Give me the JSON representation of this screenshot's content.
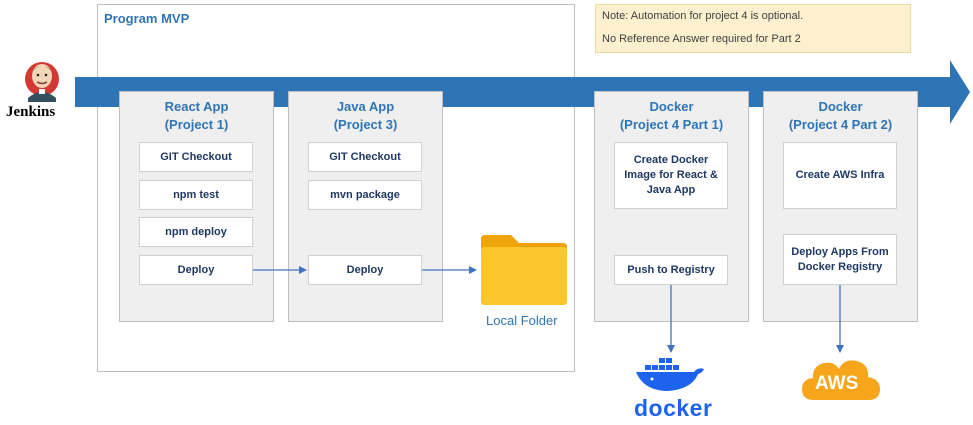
{
  "program": {
    "title": "Program MVP"
  },
  "note": {
    "line1": "Note:  Automation for project 4 is optional.",
    "line2": "No Reference Answer required for Part 2",
    "bg_color": "#fdf0cf"
  },
  "jenkins": {
    "label": "Jenkins"
  },
  "arrow_color": "#2e75b6",
  "panels": [
    {
      "title_line1": "React App",
      "title_line2": "(Project 1)",
      "steps": [
        "GIT Checkout",
        "npm test",
        "npm deploy",
        "Deploy"
      ]
    },
    {
      "title_line1": "Java App",
      "title_line2": "(Project 3)",
      "steps": [
        "GIT Checkout",
        "mvn package",
        "Deploy"
      ]
    },
    {
      "title_line1": "Docker",
      "title_line2": "(Project 4 Part 1)",
      "steps": [
        "Create Docker Image for React & Java App",
        "Push to Registry"
      ]
    },
    {
      "title_line1": "Docker",
      "title_line2": "(Project 4 Part 2)",
      "steps": [
        "Create AWS Infra",
        "Deploy Apps From Docker Registry"
      ]
    }
  ],
  "local_folder": {
    "label": "Local Folder",
    "color": "#fcc72c"
  },
  "docker_logo": {
    "text": "docker",
    "color": "#1d63ed",
    "icon": "docker-whale-icon"
  },
  "aws_logo": {
    "text": "AWS",
    "color": "#f7a51b",
    "icon": "aws-cloud-icon"
  }
}
